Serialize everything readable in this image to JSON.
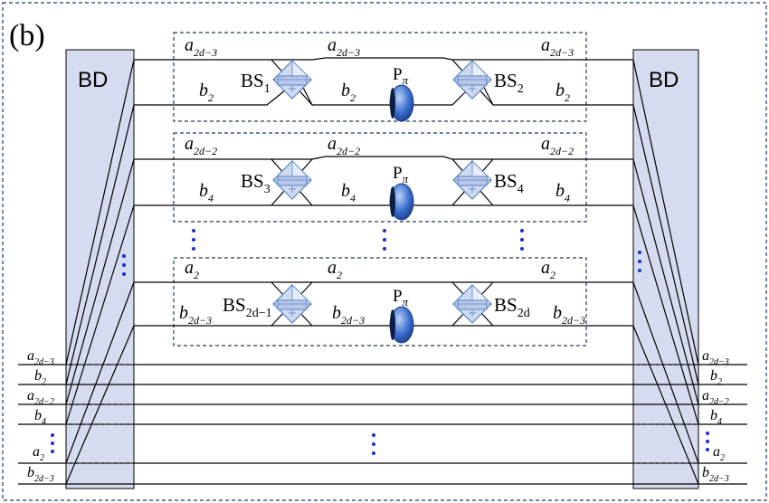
{
  "panel_label": "(b)",
  "beam_displacers": {
    "left_label": "BD",
    "right_label": "BD",
    "fill_color": "#d6dcef"
  },
  "phase_plate_label": "P",
  "phase_plate_sub": "π",
  "modules": [
    {
      "bs_left": {
        "main": "BS",
        "sub": "1"
      },
      "bs_right": {
        "main": "BS",
        "sub": "2"
      },
      "top_labels": [
        {
          "main": "a",
          "sub": "2d−3"
        },
        {
          "main": "a",
          "sub": "2d−3"
        },
        {
          "main": "a",
          "sub": "2d−3"
        }
      ],
      "bottom_labels": [
        {
          "main": "b",
          "sub": "2"
        },
        {
          "main": "b",
          "sub": "2"
        },
        {
          "main": "b",
          "sub": "2"
        }
      ]
    },
    {
      "bs_left": {
        "main": "BS",
        "sub": "3"
      },
      "bs_right": {
        "main": "BS",
        "sub": "4"
      },
      "top_labels": [
        {
          "main": "a",
          "sub": "2d−2"
        },
        {
          "main": "a",
          "sub": "2d−2"
        },
        {
          "main": "a",
          "sub": "2d−2"
        }
      ],
      "bottom_labels": [
        {
          "main": "b",
          "sub": "4"
        },
        {
          "main": "b",
          "sub": "4"
        },
        {
          "main": "b",
          "sub": "4"
        }
      ]
    },
    {
      "bs_left": {
        "main": "BS",
        "sub": "2d−1"
      },
      "bs_right": {
        "main": "BS",
        "sub": "2d"
      },
      "top_labels": [
        {
          "main": "a",
          "sub": "2"
        },
        {
          "main": "a",
          "sub": "2"
        },
        {
          "main": "a",
          "sub": "2"
        }
      ],
      "bottom_labels": [
        {
          "main": "b",
          "sub": "2d−3"
        },
        {
          "main": "b",
          "sub": "2d−3"
        },
        {
          "main": "b",
          "sub": "2d−3"
        }
      ]
    }
  ],
  "io_labels_left": [
    {
      "main": "a",
      "sub": "2d−3"
    },
    {
      "main": "b",
      "sub": "2"
    },
    {
      "main": "a",
      "sub": "2d−2"
    },
    {
      "main": "b",
      "sub": "4"
    },
    {
      "main": "a",
      "sub": "2"
    },
    {
      "main": "b",
      "sub": "2d−3"
    }
  ],
  "io_labels_right": [
    {
      "main": "a",
      "sub": "2d−3"
    },
    {
      "main": "b",
      "sub": "2"
    },
    {
      "main": "a",
      "sub": "2d−2"
    },
    {
      "main": "b",
      "sub": "4"
    },
    {
      "main": "a",
      "sub": "2"
    },
    {
      "main": "b",
      "sub": "2d−3"
    }
  ],
  "colors": {
    "dots": "#1a2fd0",
    "phase_plate": "#3a6fd0",
    "bs_body": "#cfd9ef",
    "bs_edge": "#5b86c7",
    "module_border": "#1f3a6a"
  }
}
